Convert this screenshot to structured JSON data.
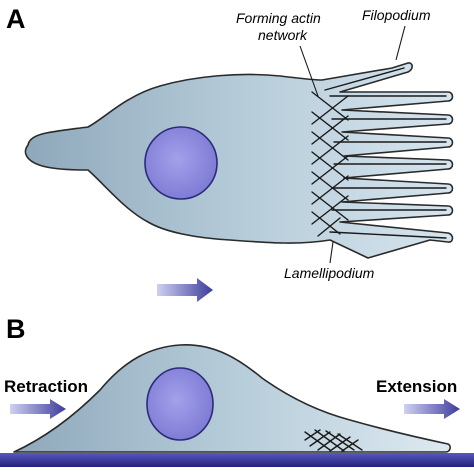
{
  "panels": [
    {
      "letter": "A",
      "labels": {
        "forming_actin_line1": "Forming actin",
        "forming_actin_line2": "network",
        "filopodium": "Filopodium",
        "lamellipodium": "Lamellipodium"
      }
    },
    {
      "letter": "B",
      "labels": {
        "retraction": "Retraction",
        "extension": "Extension"
      }
    }
  ],
  "colors": {
    "cell_fill_light": "#d2e2ec",
    "cell_fill_dark": "#8ea8bb",
    "nucleus_fill": "#8f8de0",
    "nucleus_stroke": "#2b2b7a",
    "arrow_dark": "#3c3c9a",
    "arrow_light": "#cfd0f2",
    "substrate": "#3a3aa0"
  }
}
